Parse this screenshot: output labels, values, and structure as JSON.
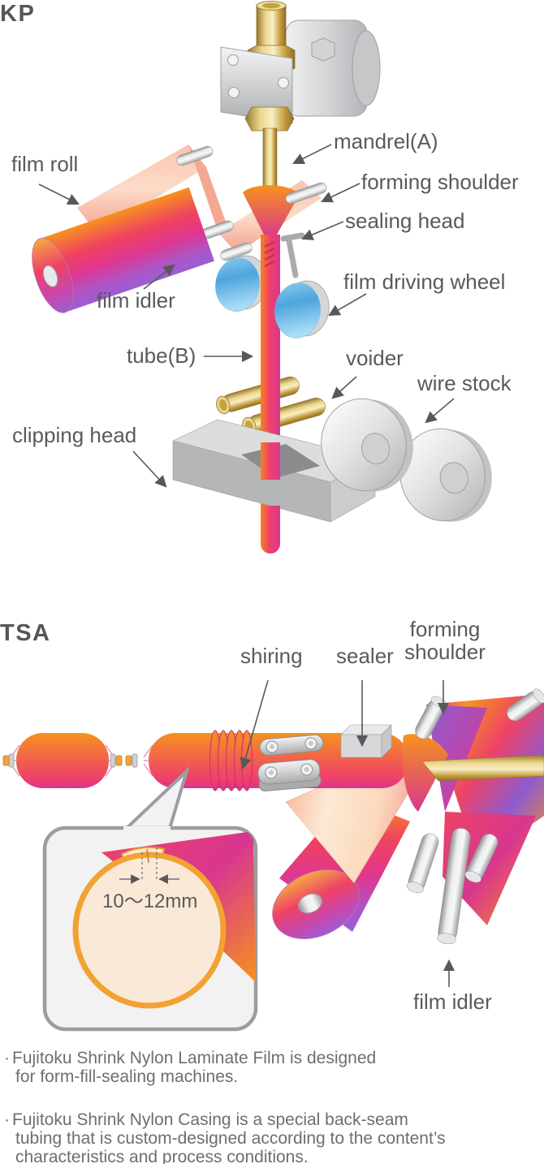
{
  "page": {
    "background": "#FFFFFF"
  },
  "kp": {
    "title": "KP",
    "labels": {
      "film_roll": "film roll",
      "film_idler": "film idler",
      "mandrel": "mandrel(A)",
      "forming_shoulder": "forming shoulder",
      "sealing_head": "sealing head",
      "film_driving_wheel": "film driving wheel",
      "tube": "tube(B)",
      "voider": "voider",
      "wire_stock": "wire stock",
      "clipping_head": "clipping head"
    }
  },
  "tsa": {
    "title": "TSA",
    "labels": {
      "shiring": "shiring",
      "sealer": "sealer",
      "forming_shoulder_line1": "forming",
      "forming_shoulder_line2": "shoulder",
      "film_idler": "film idler",
      "seam_width": "10〜12mm"
    }
  },
  "notes": {
    "bullet": "·",
    "items": [
      {
        "lines": [
          "Fujitoku Shrink Nylon Laminate Film is designed",
          "for form-fill-sealing machines."
        ]
      },
      {
        "lines": [
          "Fujitoku Shrink Nylon Casing is a special back-seam",
          "tubing that is custom-designed according to the content’s",
          "characteristics and process conditions."
        ]
      }
    ]
  },
  "colors": {
    "label_text": "#595A5C",
    "body_text": "#6E6E6E",
    "film_orange": "#F6921E",
    "film_red": "#EE4266",
    "film_magenta": "#D8368F",
    "film_purple": "#9A5ED2",
    "brass_gold": "#D9B85C",
    "metal_gray": "#C9CACC",
    "wheel_blue": "#4EA5DD",
    "seam_ring_orange": "#F2A232",
    "callout_fill": "#F2F2F2"
  }
}
